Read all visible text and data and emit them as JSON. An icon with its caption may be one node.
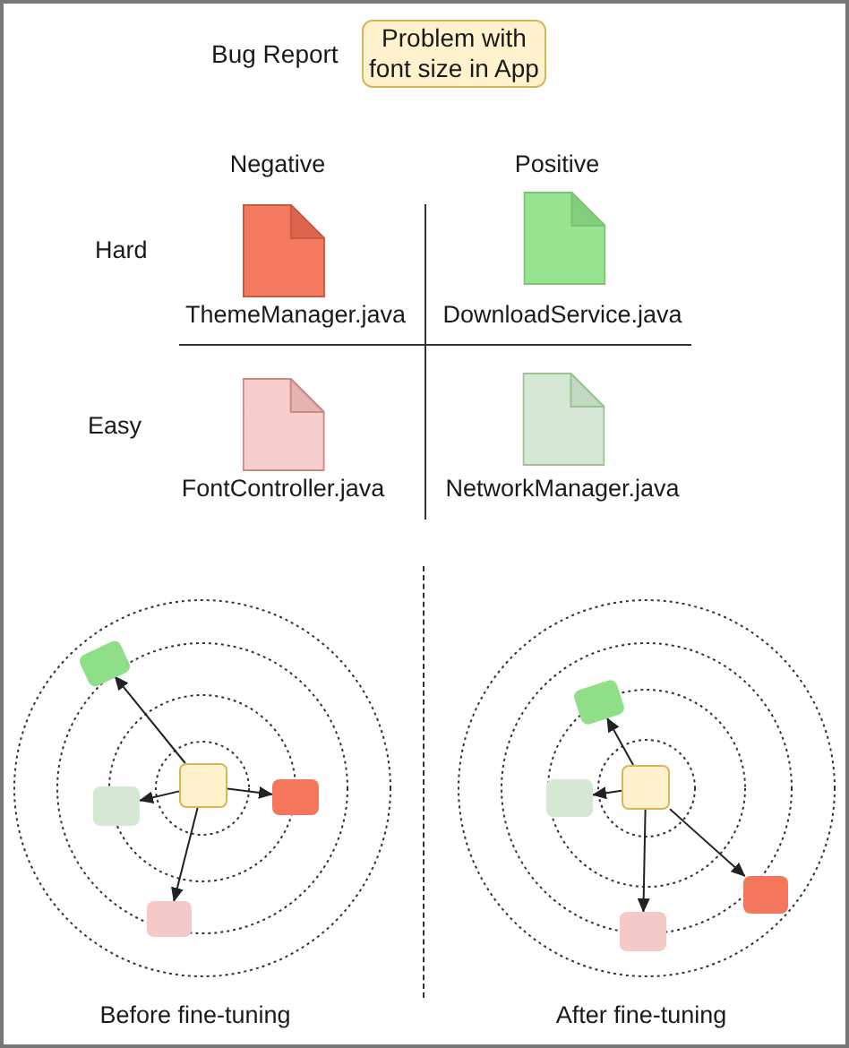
{
  "diagram": {
    "nodes": [
      {
        "text": [
          "Problem with font size in App"
        ],
        "beside": [
          "Bug Report"
        ]
      },
      {
        "text": [
          "ThemeManager.java"
        ]
      },
      {
        "text": [
          "DownloadService.java"
        ]
      },
      {
        "text": [
          "FontController.java"
        ]
      },
      {
        "text": [
          "NetworkManager.java"
        ]
      },
      {
        "text": [],
        "shape": "box"
      },
      {
        "text": [],
        "shape": "box"
      },
      {
        "text": [],
        "shape": "box"
      },
      {
        "text": [],
        "shape": "box"
      },
      {
        "text": [],
        "shape": "box"
      },
      {
        "text": [],
        "shape": "box"
      },
      {
        "text": [],
        "shape": "box"
      },
      {
        "text": [],
        "shape": "box"
      },
      {
        "text": [],
        "shape": "box"
      },
      {
        "text": [],
        "shape": "box"
      }
    ],
    "edges": [
      {
        "from": 5,
        "to": 6,
        "arrow": "to"
      },
      {
        "from": 5,
        "to": 7,
        "arrow": "to"
      },
      {
        "from": 5,
        "to": 8,
        "arrow": "to"
      },
      {
        "from": 5,
        "to": 9,
        "arrow": "to"
      },
      {
        "from": 10,
        "to": 11,
        "arrow": "to"
      },
      {
        "from": 10,
        "to": 12,
        "arrow": "to"
      },
      {
        "from": 10,
        "to": 13,
        "arrow": "to"
      },
      {
        "from": 10,
        "to": 14,
        "arrow": "to"
      }
    ],
    "labels": [
      "Negative",
      "Positive",
      "Hard",
      "Easy",
      "Before fine-tuning",
      "After fine-tuning"
    ]
  }
}
